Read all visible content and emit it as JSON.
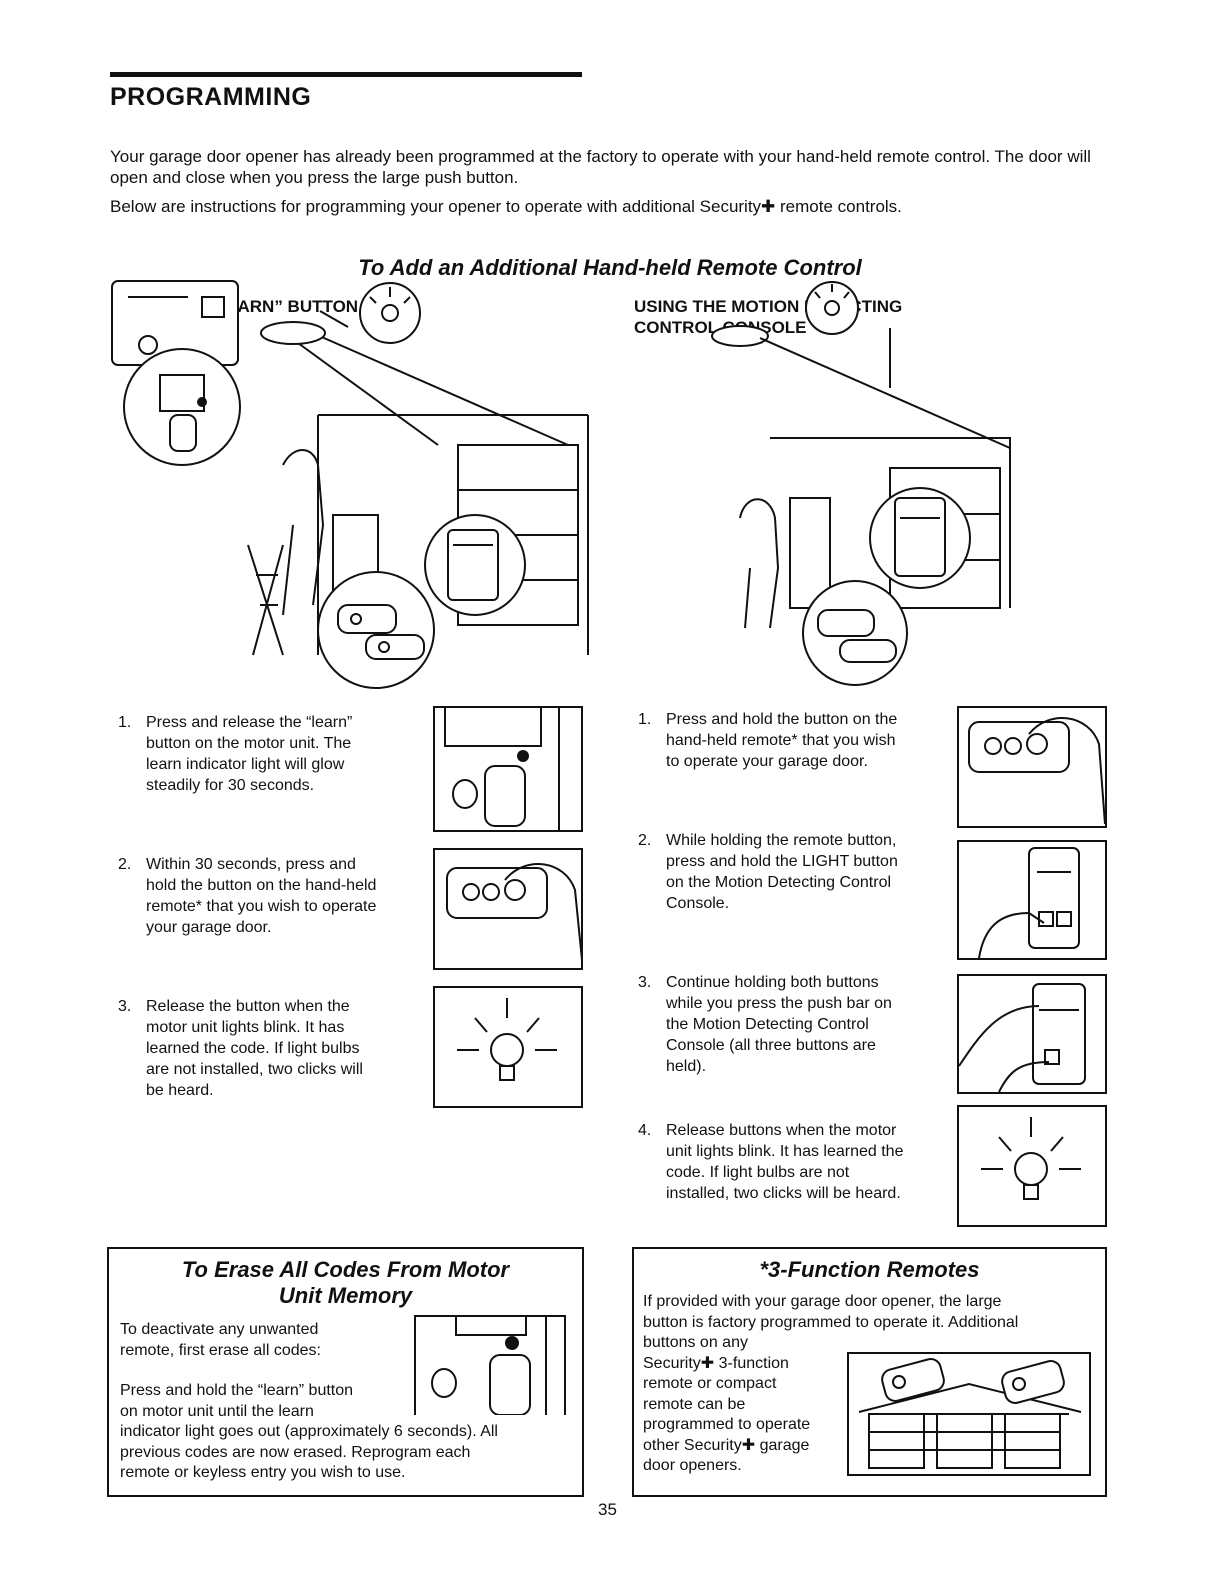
{
  "header": {
    "title": "PROGRAMMING",
    "intro_1": "Your garage door opener has already been programmed at the factory to operate with your hand-held remote control. The door will open and close when you press the large push button.",
    "intro_2": "Below are instructions for programming your opener to operate with additional Security✚ remote controls."
  },
  "section": {
    "title": "To Add an Additional Hand-held Remote Control"
  },
  "learn_column": {
    "heading": "USING THE “LEARN” BUTTON",
    "steps": [
      {
        "num": "1.",
        "lines": [
          "Press and release the “learn”",
          "button on the motor unit. The",
          "learn indicator light will glow",
          "steadily for 30 seconds."
        ]
      },
      {
        "num": "2.",
        "lines": [
          "Within 30 seconds, press and",
          "hold the button on the hand-held",
          "remote* that you wish to operate",
          "your garage door."
        ]
      },
      {
        "num": "3.",
        "lines": [
          "Release the button when the",
          "motor unit lights blink. It has",
          "learned the code. If light bulbs",
          "are not installed, two clicks will",
          "be heard."
        ]
      }
    ]
  },
  "console_column": {
    "heading_1": "USING THE MOTION DETECTING",
    "heading_2": "CONTROL CONSOLE",
    "steps": [
      {
        "num": "1.",
        "lines": [
          "Press and hold the button on the",
          "hand-held remote* that you wish",
          "to operate your garage door."
        ]
      },
      {
        "num": "2.",
        "lines": [
          "While holding the remote button,",
          "press and hold the LIGHT button",
          "on the Motion Detecting Control",
          "Console."
        ]
      },
      {
        "num": "3.",
        "lines": [
          "Continue holding both buttons",
          "while you press the push bar on",
          "the Motion Detecting Control",
          "Console (all three buttons are",
          "held)."
        ]
      },
      {
        "num": "4.",
        "lines": [
          "Release buttons when the motor",
          "unit lights blink. It has learned the",
          "code. If light bulbs are not",
          "installed, two clicks will be heard."
        ]
      }
    ]
  },
  "erase_panel": {
    "title_1": "To Erase All Codes From Motor",
    "title_2": "Unit Memory",
    "lines": [
      "To deactivate any unwanted",
      "remote, first erase all codes:",
      "",
      "Press and hold the “learn” button",
      "on motor unit until the learn",
      "indicator light goes out (approximately 6 seconds). All",
      "previous codes are now erased. Reprogram each",
      "remote or keyless entry you wish to use."
    ]
  },
  "function_panel": {
    "title": "*3-Function Remotes",
    "lines": [
      "If provided with your garage door opener, the large",
      "button is factory programmed to operate it. Additional",
      "buttons on any",
      "Security✚ 3-function",
      "remote or compact",
      "remote can be",
      "programmed to operate",
      "other Security✚ garage",
      "door openers."
    ]
  },
  "page_number": "35"
}
